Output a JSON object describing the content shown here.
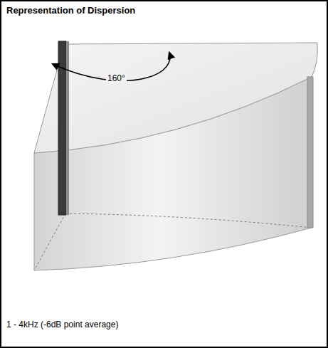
{
  "diagram": {
    "title": "Representation of Dispersion",
    "caption": "1 - 4kHz (-6dB point average)",
    "labels": [
      "160°"
    ]
  }
}
